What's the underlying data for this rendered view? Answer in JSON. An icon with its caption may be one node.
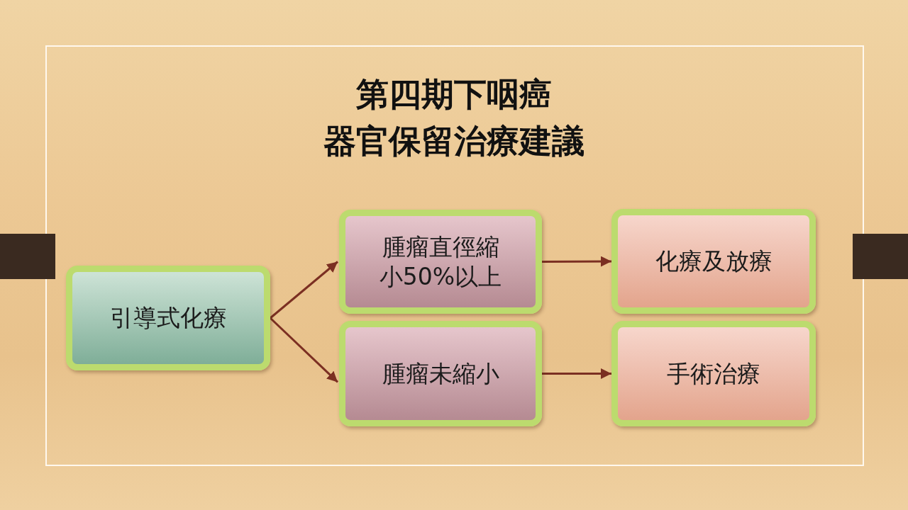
{
  "diagram": {
    "title": "第四期下咽癌器官保留治療建議",
    "nodes": [
      {
        "text": [
          "引導式化療"
        ]
      },
      {
        "text": [
          "腫瘤直徑縮小50%以上"
        ]
      },
      {
        "text": [
          "化療及放療"
        ]
      },
      {
        "text": [
          "腫瘤未縮小"
        ]
      },
      {
        "text": [
          "手術治療"
        ]
      }
    ],
    "edges": [
      {
        "from": 0,
        "to": 1,
        "arrow": "to"
      },
      {
        "from": 0,
        "to": 3,
        "arrow": "to"
      },
      {
        "from": 1,
        "to": 2,
        "arrow": "to"
      },
      {
        "from": 3,
        "to": 4,
        "arrow": "to"
      }
    ]
  }
}
